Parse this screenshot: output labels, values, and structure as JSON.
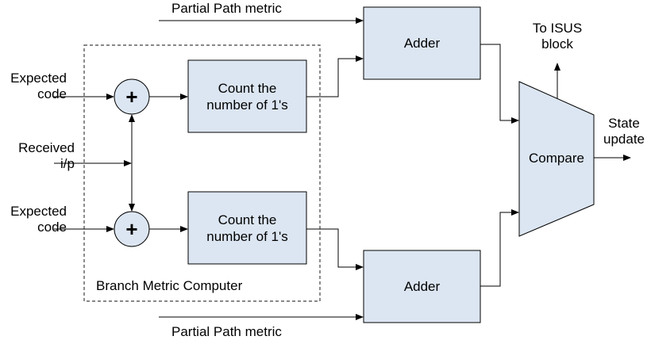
{
  "diagram": {
    "colors": {
      "block_fill": "#dce6f2",
      "stroke": "#000000",
      "group_border": "#404040"
    },
    "inputs": {
      "expected_code_top": "Expected\ncode",
      "received_ip": "Received\ni/p",
      "expected_code_bottom": "Expected\ncode"
    },
    "partial_path_top": "Partial Path metric",
    "partial_path_bottom": "Partial Path metric",
    "xor_top_symbol": "+",
    "xor_bottom_symbol": "+",
    "count_top": "Count the\nnumber of 1's",
    "count_bottom": "Count the\nnumber of 1's",
    "group_label": "Branch Metric Computer",
    "adder_top": "Adder",
    "adder_bottom": "Adder",
    "compare": "Compare",
    "to_isus": "To ISUS\nblock",
    "state_update": "State\nupdate"
  }
}
